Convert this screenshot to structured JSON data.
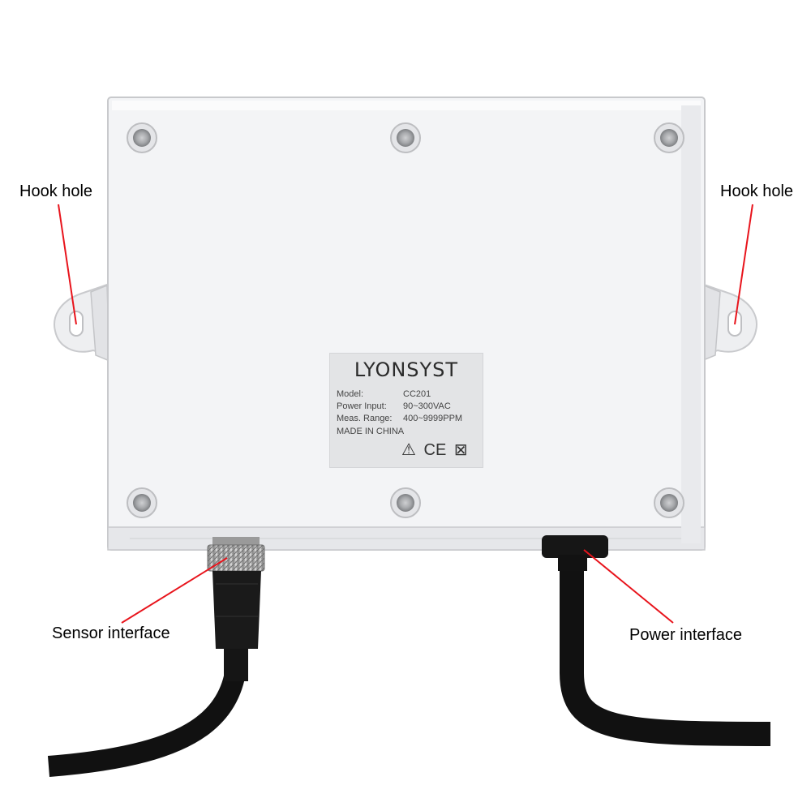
{
  "callouts": {
    "hook_left": "Hook hole",
    "hook_right": "Hook hole",
    "sensor": "Sensor interface",
    "power": "Power interface"
  },
  "label_plate": {
    "brand": "LYONSYST",
    "specs": [
      {
        "key": "Model:",
        "value": "CC201"
      },
      {
        "key": "Power Input:",
        "value": "90~300VAC"
      },
      {
        "key": "Meas. Range:",
        "value": "400~9999PPM"
      }
    ],
    "origin": "MADE IN CHINA",
    "marks": {
      "warning": "⚠",
      "ce": "CE",
      "weee": "⊠"
    }
  },
  "colors": {
    "leader_line": "#e8141c",
    "housing": "#f2f3f5",
    "cable": "#111111"
  }
}
